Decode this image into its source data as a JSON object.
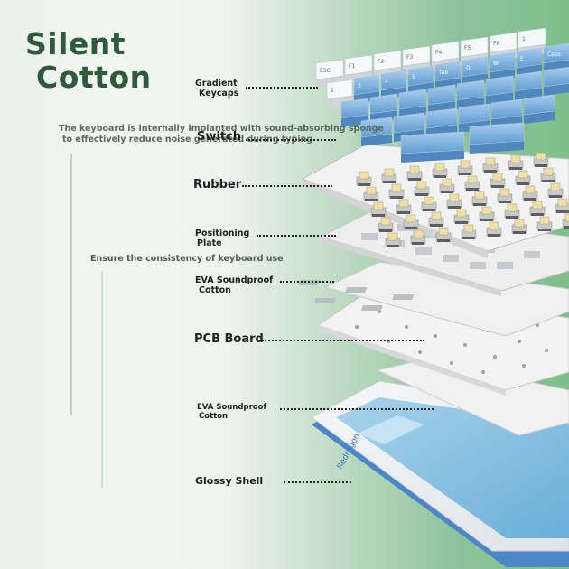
{
  "title": {
    "line1": "Silent",
    "line2": "Cotton"
  },
  "notes": {
    "sponge_line1": "The keyboard is internally implanted with sound-absorbing sponge",
    "sponge_line2": "to effectively reduce noise generated during typing",
    "consistency": "Ensure the consistency of keyboard use"
  },
  "layers": {
    "keycaps": {
      "line1": "Gradient",
      "line2": "Keycaps"
    },
    "switch": "Switch",
    "rubber": "Rubber",
    "plate": {
      "line1": "Positioning",
      "line2": "Plate"
    },
    "eva1": {
      "line1": "EVA Soundproof",
      "line2": "Cotton"
    },
    "pcb": "PCB Board",
    "eva2": {
      "line1": "EVA Soundproof",
      "line2": "Cotton"
    },
    "shell": "Glossy Shell"
  },
  "keycap_legends": [
    "ESC",
    "F1",
    "F2",
    "F3",
    "F4",
    "F5",
    "F6",
    "1",
    "2",
    "3",
    "4",
    "5",
    "Tab",
    "Q",
    "W",
    "E",
    "Caps"
  ],
  "colors": {
    "title": "#2f5a3b",
    "keycap_blue": "#7fb3df",
    "keycap_white": "#f4f6f8",
    "shell_blue": "#4b86c9"
  },
  "shell_brand": "Redragon"
}
